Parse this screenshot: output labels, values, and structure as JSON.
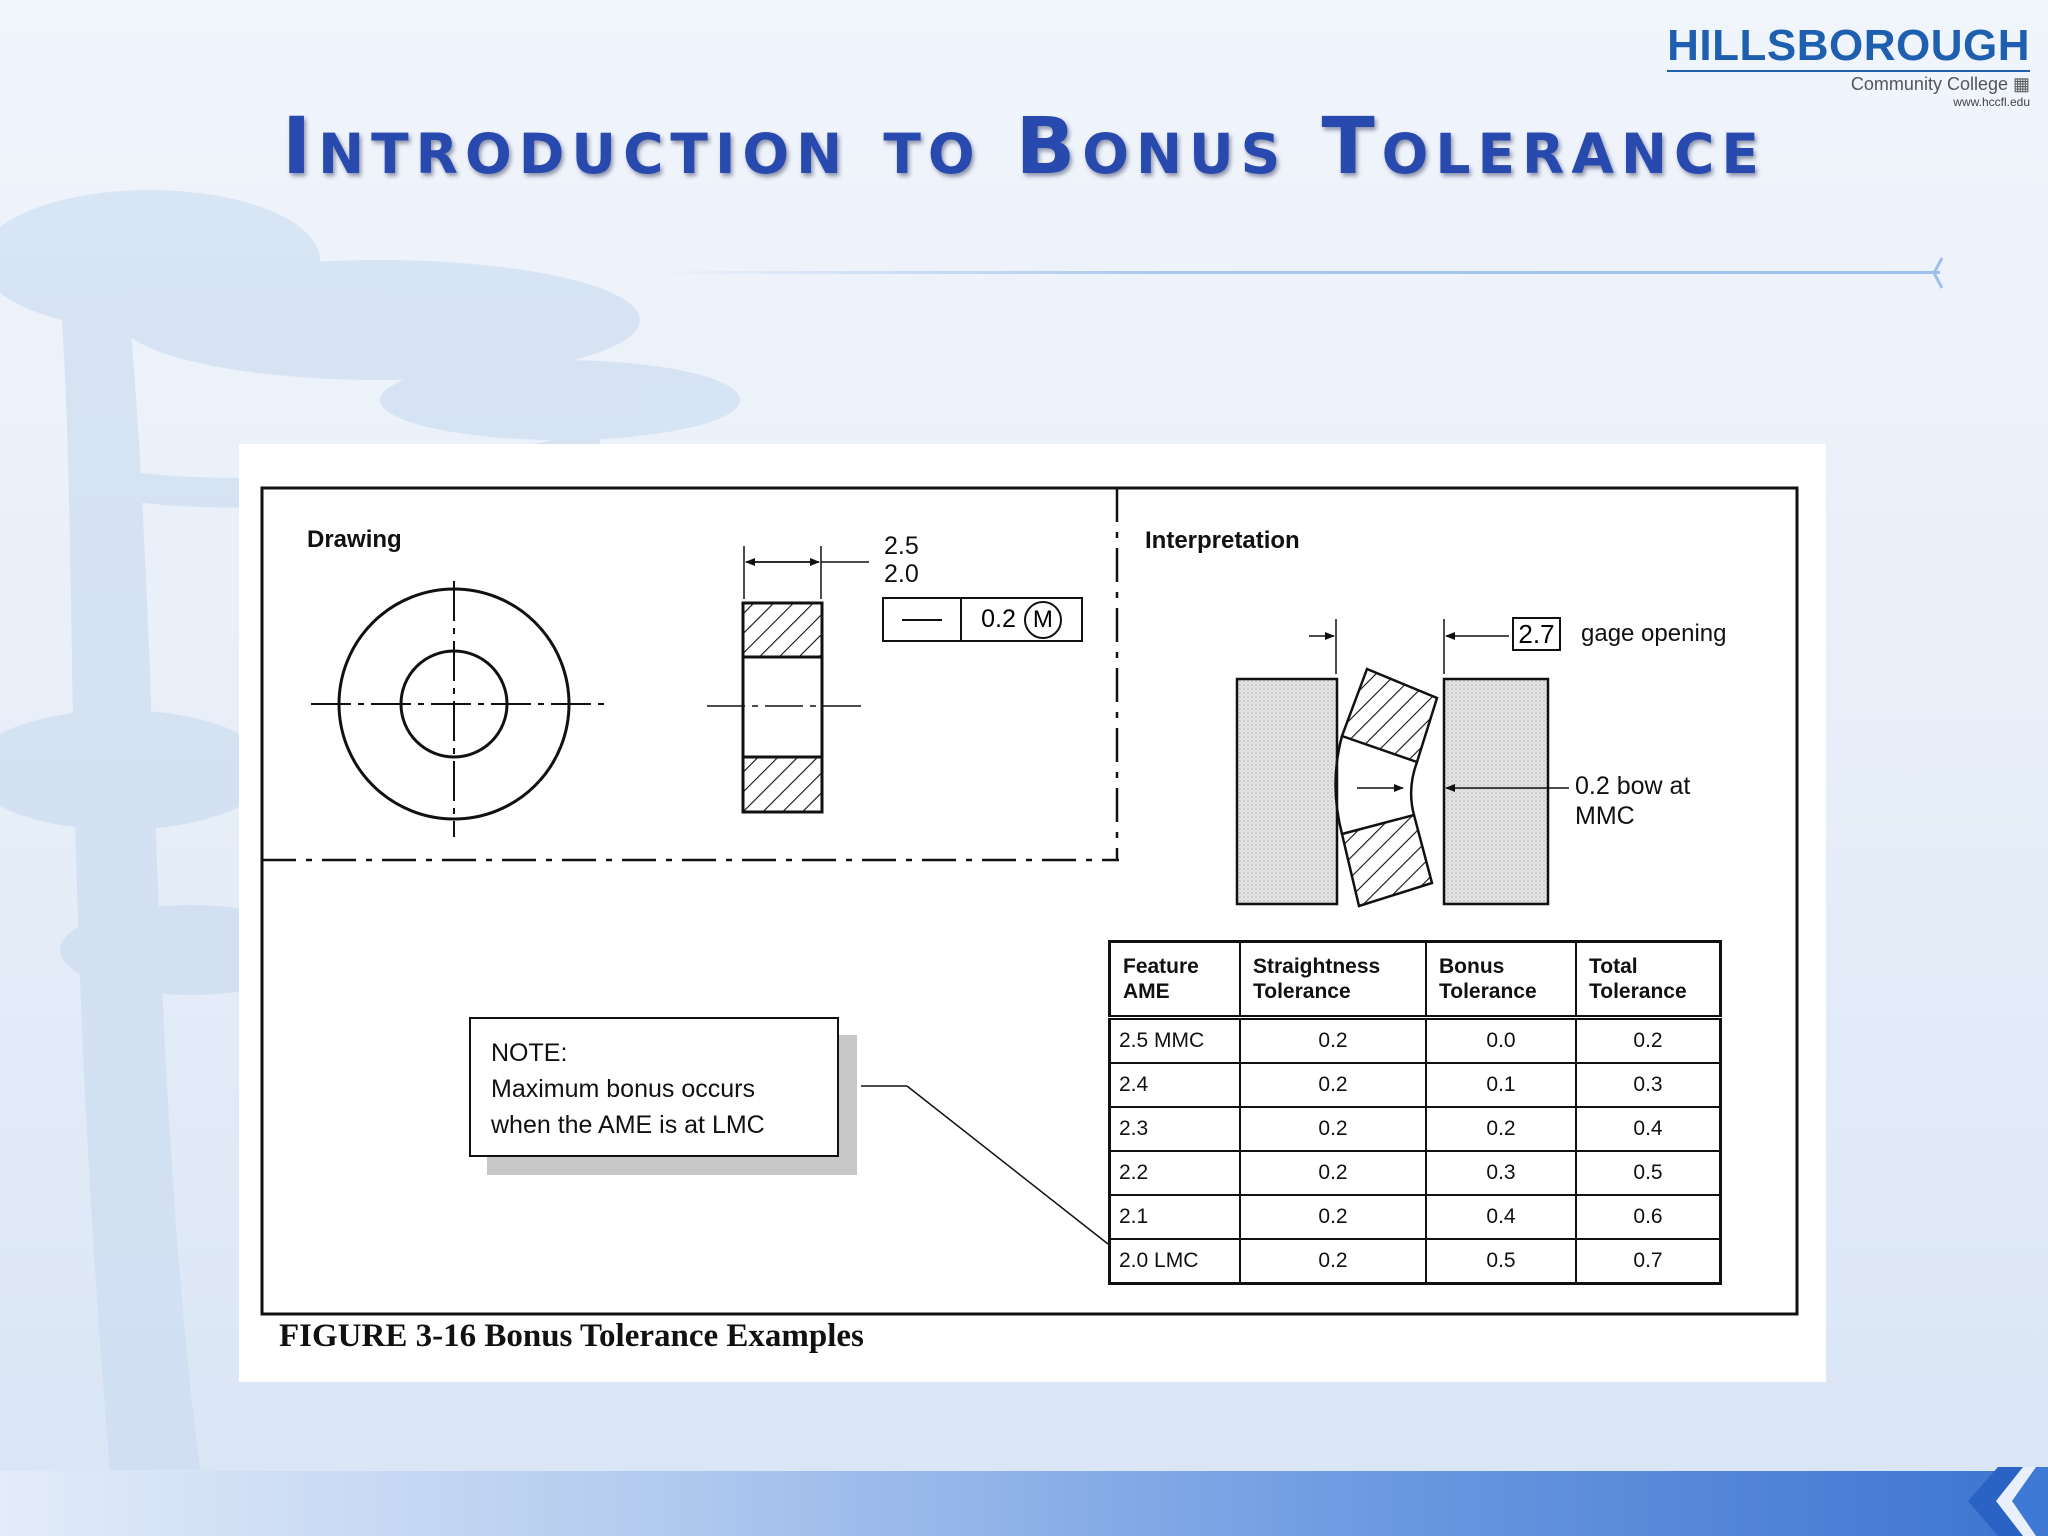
{
  "logo": {
    "name": "HILLSBOROUGH",
    "subtitle": "Community College",
    "url": "www.hccfl.edu"
  },
  "slide": {
    "title": "Introduction to Bonus Tolerance"
  },
  "figure": {
    "caption": "FIGURE 3-16  Bonus Tolerance Examples",
    "drawing_label": "Drawing",
    "interpretation_label": "Interpretation",
    "dim_upper": "2.5",
    "dim_lower": "2.0",
    "fcf_value": "0.2",
    "fcf_modifier": "M",
    "gage_value": "2.7",
    "gage_label": "gage opening",
    "bow_line1": "0.2 bow at",
    "bow_line2": "MMC",
    "note": {
      "heading": "NOTE:",
      "line1": "Maximum bonus occurs",
      "line2": "when the AME is at LMC"
    },
    "table": {
      "headers": [
        [
          "Feature",
          "AME"
        ],
        [
          "Straightness",
          "Tolerance"
        ],
        [
          "Bonus",
          "Tolerance"
        ],
        [
          "Total",
          "Tolerance"
        ]
      ],
      "rows": [
        [
          "2.5 MMC",
          "0.2",
          "0.0",
          "0.2"
        ],
        [
          "2.4",
          "0.2",
          "0.1",
          "0.3"
        ],
        [
          "2.3",
          "0.2",
          "0.2",
          "0.4"
        ],
        [
          "2.2",
          "0.2",
          "0.3",
          "0.5"
        ],
        [
          "2.1",
          "0.2",
          "0.4",
          "0.6"
        ],
        [
          "2.0 LMC",
          "0.2",
          "0.5",
          "0.7"
        ]
      ]
    }
  },
  "colors": {
    "title": "#2849ad",
    "logo": "#1f5fb0",
    "band": "#3c74d0"
  }
}
